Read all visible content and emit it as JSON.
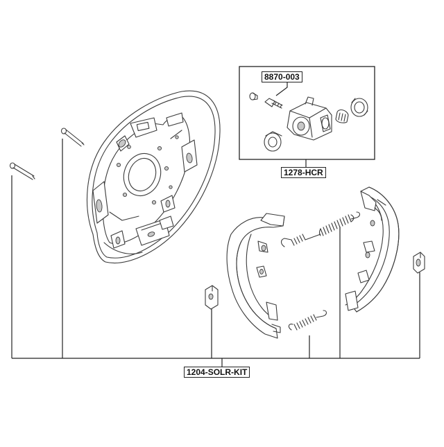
{
  "labels": {
    "bleeder_screw": "8870-003",
    "wheel_cylinder": "1278-HCR",
    "shoe_kit": "1204-SOLR-KIT"
  },
  "colors": {
    "line": "#3a3a3a",
    "label_border": "#222222",
    "background": "#ffffff",
    "shade": "#c8c8c8"
  }
}
